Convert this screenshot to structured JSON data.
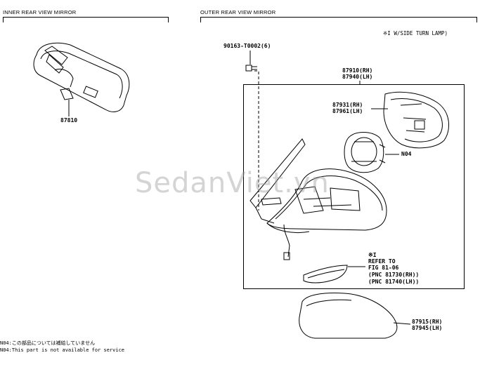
{
  "sections": {
    "inner_title": "INNER REAR VIEW MIRROR",
    "outer_title": "OUTER REAR VIEW MIRROR"
  },
  "legend_note": "※I W/SIDE TURN LAMP)",
  "parts": {
    "screw": "90163-T0002(6)",
    "inner_mirror": "87810",
    "mirror_assy_rh": "87910(RH)",
    "mirror_assy_lh": "87940(LH)",
    "mirror_glass_rh": "87931(RH)",
    "mirror_glass_lh": "87961(LH)",
    "motor": "N04",
    "cover_rh": "87915(RH)",
    "cover_lh": "87945(LH)"
  },
  "refer": {
    "mark": "※I",
    "line1": "REFER TO",
    "line2": "FIG 81-06",
    "line3": "(PNC 81730(RH))",
    "line4": "(PNC 81740(LH))"
  },
  "footnotes": {
    "jp": "N04:この部品については補給していません",
    "en": "N04:This part is not available for service"
  },
  "watermark": "SedanViet.vn"
}
